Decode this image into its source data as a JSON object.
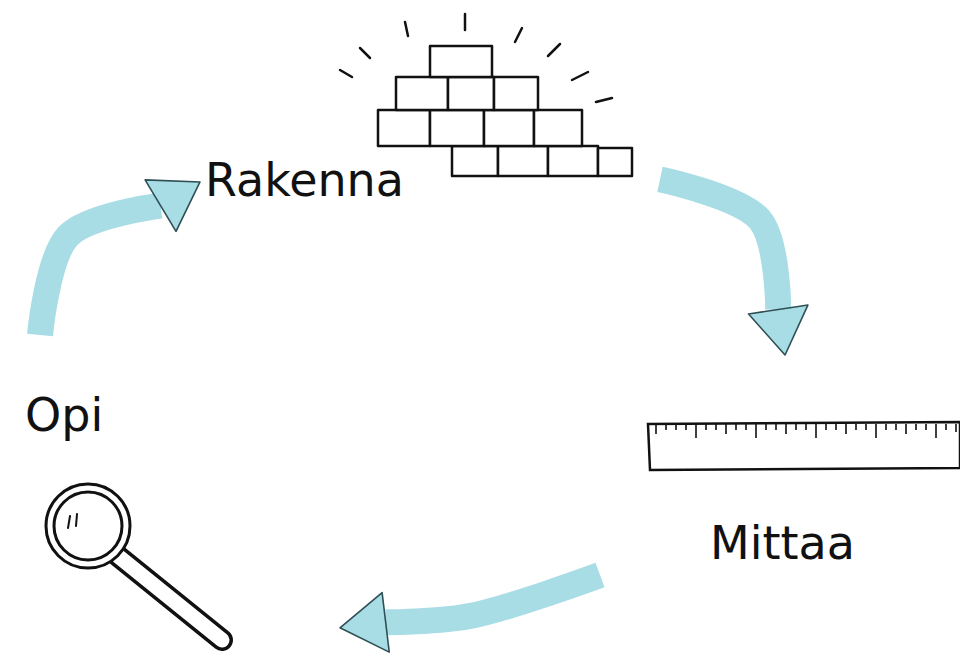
{
  "diagram": {
    "nodes": [
      {
        "text": [
          "Rakenna"
        ]
      },
      {
        "text": [
          "Mittaa"
        ]
      },
      {
        "text": [
          "Opi"
        ]
      }
    ],
    "edges": [
      {
        "from": 0,
        "to": 1,
        "arrow": "to"
      },
      {
        "from": 1,
        "to": 2,
        "arrow": "to"
      },
      {
        "from": 2,
        "to": 0,
        "arrow": "to"
      }
    ]
  }
}
